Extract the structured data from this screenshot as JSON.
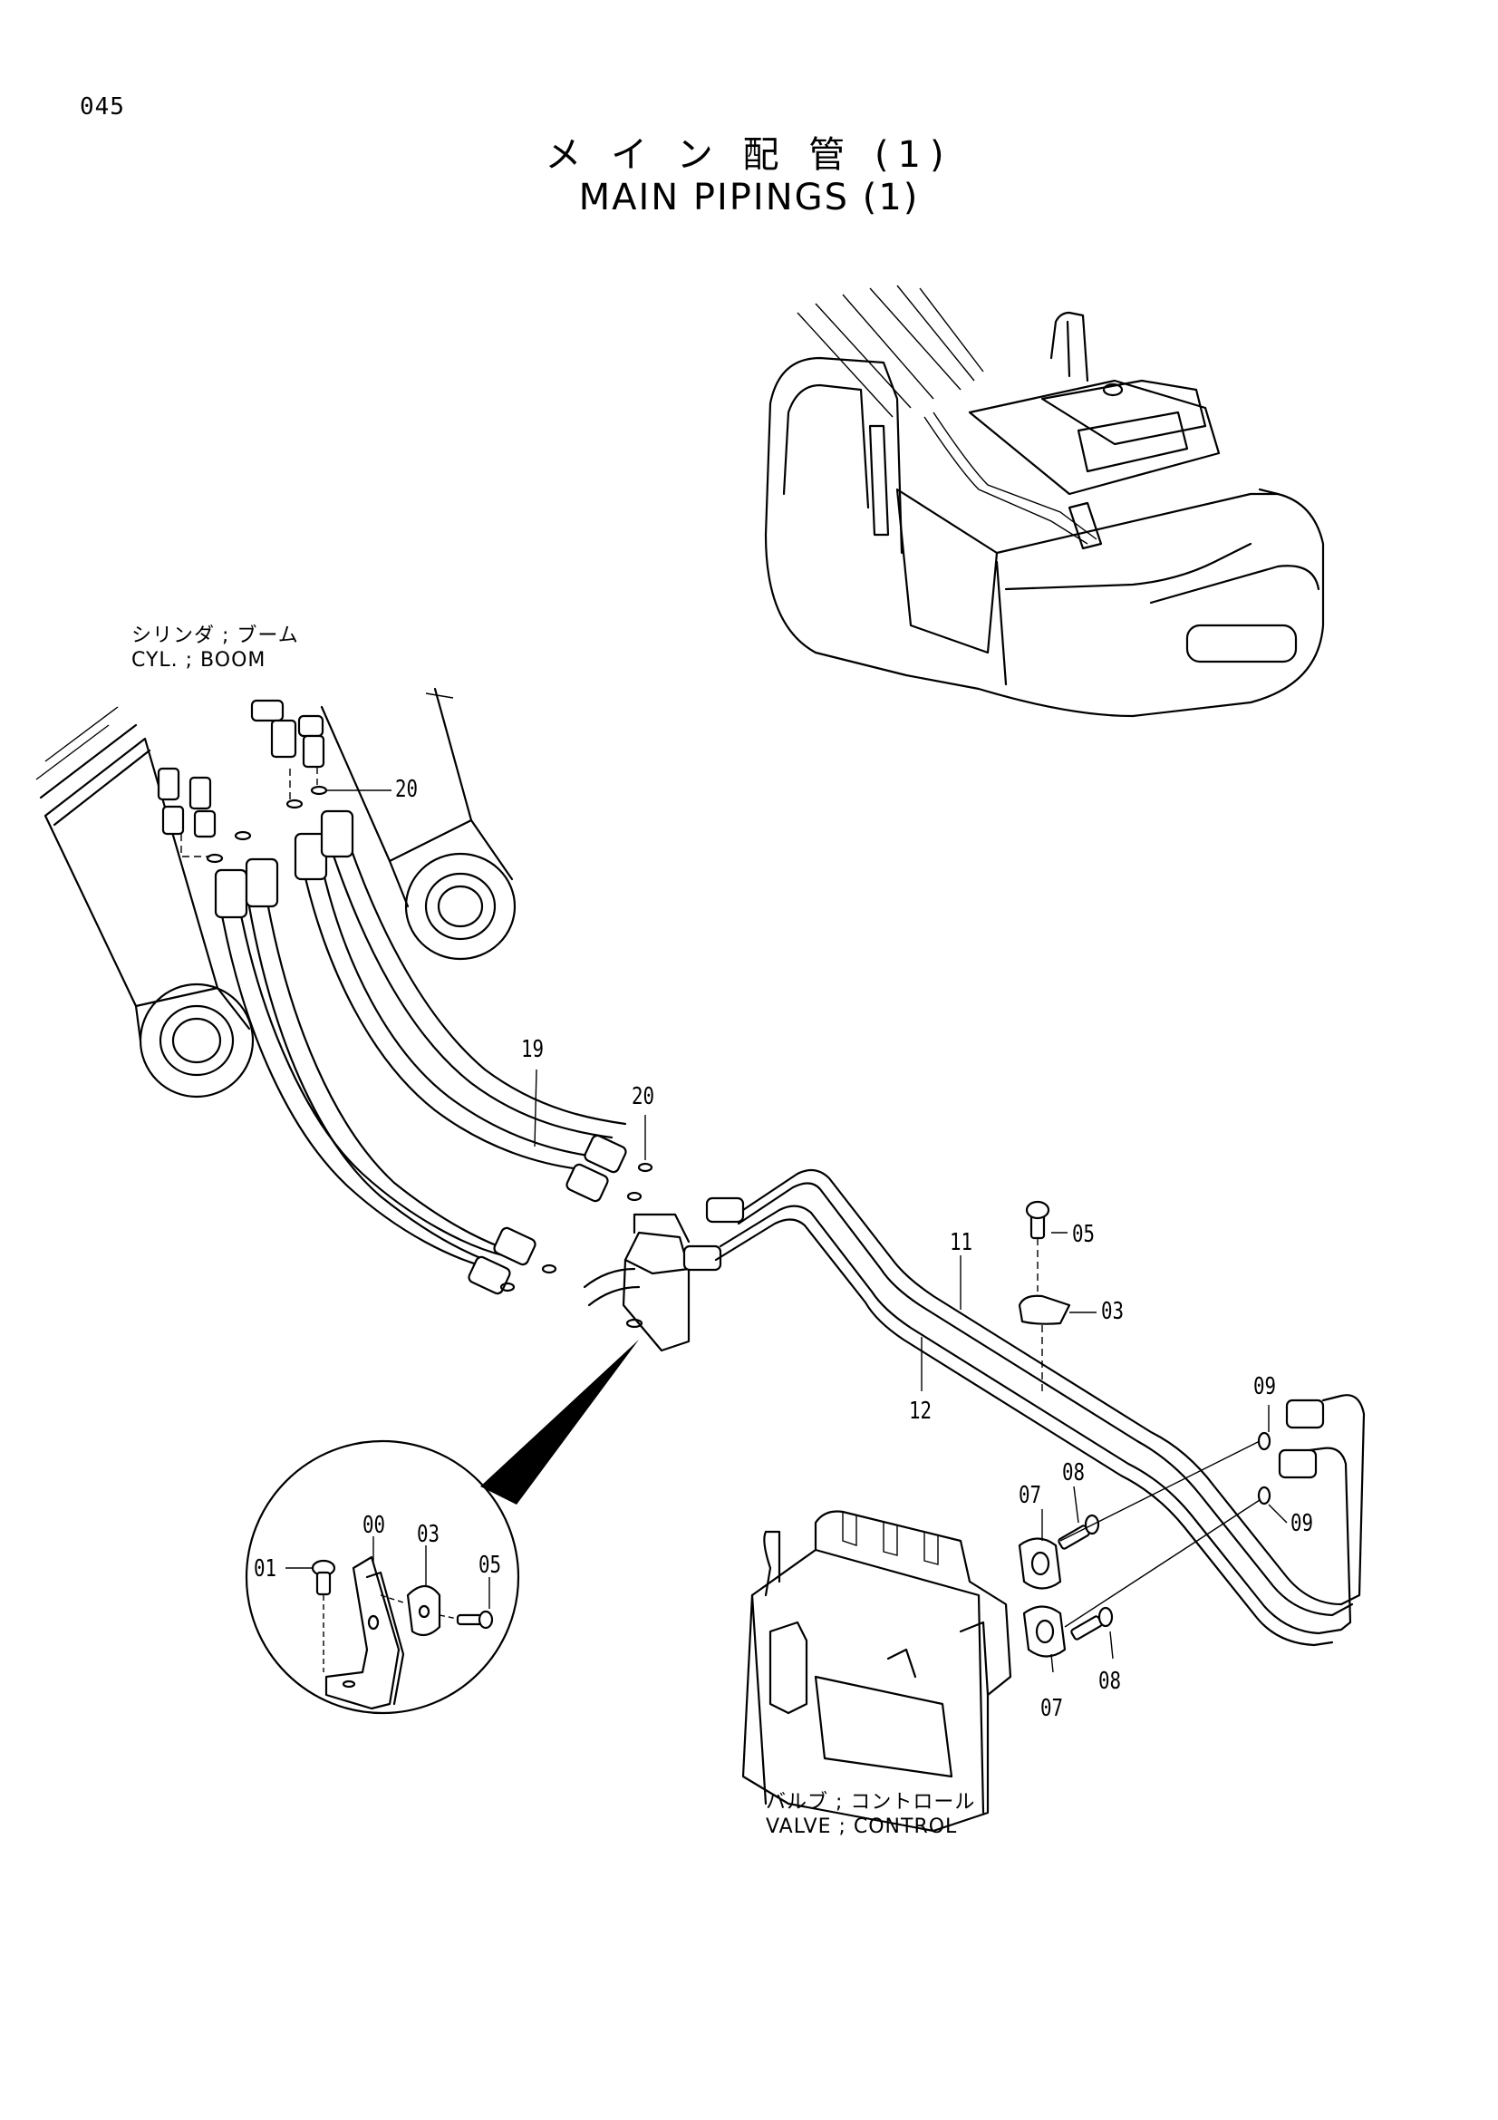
{
  "page": {
    "number": "045",
    "title_jp": "メ イ ン 配 管 (1)",
    "title_en": "MAIN PIPINGS (1)"
  },
  "labels": {
    "boom_cyl_jp": "シリンダ ; ブーム",
    "boom_cyl_en": "CYL. ; BOOM",
    "valve_jp": "バルブ ; コントロール",
    "valve_en": "VALVE ; CONTROL"
  },
  "callouts": {
    "c20_top": "20",
    "c19": "19",
    "c20_mid": "20",
    "c11": "11",
    "c12": "12",
    "c05_main": "05",
    "c03_main": "03",
    "c09_upper": "09",
    "c09_lower": "09",
    "c07_upper": "07",
    "c07_lower": "07",
    "c08_upper": "08",
    "c08_lower": "08",
    "c00_detail": "00",
    "c03_detail": "03",
    "c05_detail": "05",
    "c01_detail": "01"
  }
}
